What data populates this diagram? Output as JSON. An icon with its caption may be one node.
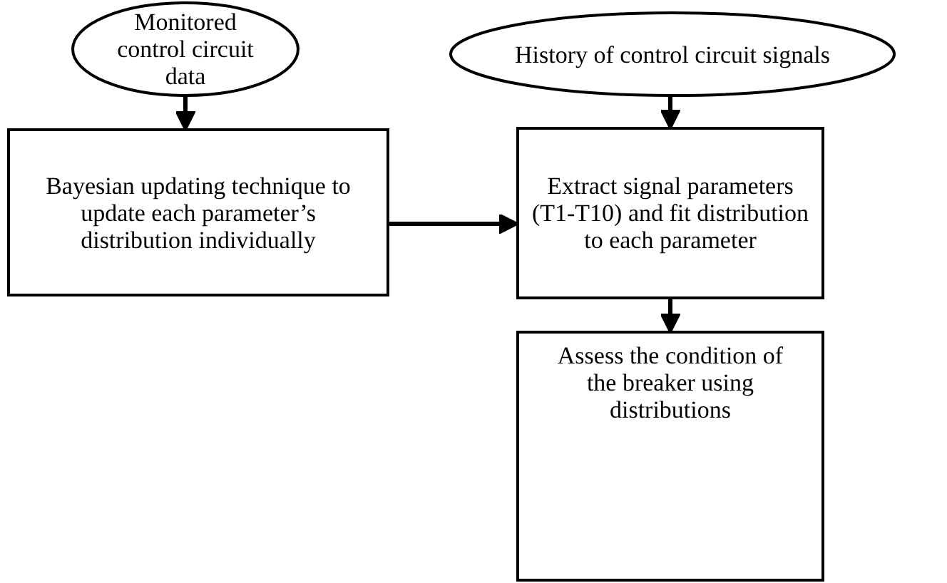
{
  "diagram": {
    "nodes": [
      {
        "text": [
          "Monitored control circuit data"
        ]
      },
      {
        "text": [
          "History of control circuit signals"
        ]
      },
      {
        "text": [
          "Bayesian updating technique to update each parameter’s distribution individually"
        ]
      },
      {
        "text": [
          "Extract signal parameters (T1-T10) and fit distribution to each parameter"
        ]
      },
      {
        "text": [
          "Assess the condition of the breaker using distributions"
        ]
      }
    ],
    "edges": [
      {
        "from": 0,
        "to": 2,
        "arrow": "to"
      },
      {
        "from": 1,
        "to": 3,
        "arrow": "to"
      },
      {
        "from": 2,
        "to": 3,
        "arrow": "to"
      },
      {
        "from": 3,
        "to": 4,
        "arrow": "to"
      }
    ]
  }
}
